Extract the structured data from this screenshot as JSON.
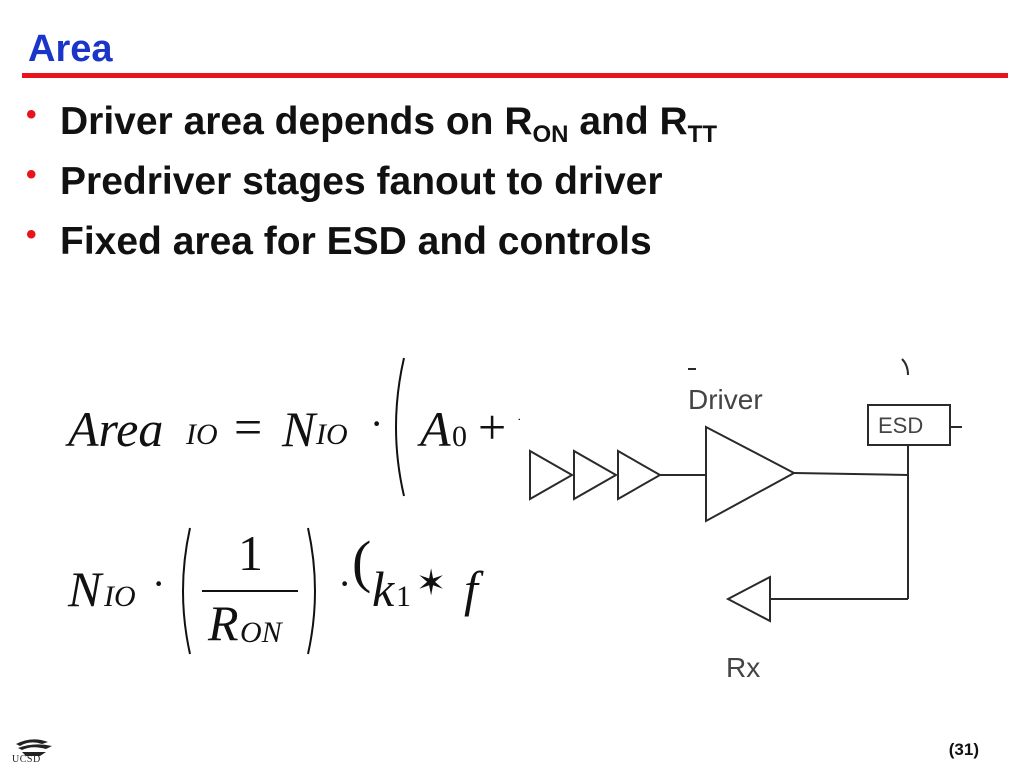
{
  "slide": {
    "title": "Area",
    "bullets": [
      {
        "main": "Driver area depends on R",
        "sub1": "ON",
        "mid": " and R",
        "sub2": "TT"
      },
      {
        "main": "Predriver stages fanout to driver"
      },
      {
        "main": "Fixed area for ESD and controls"
      }
    ],
    "equation": {
      "line1": {
        "area": "Area",
        "area_sub": "IO",
        "equals": "=",
        "n": "N",
        "n_sub": "IO",
        "dot": "·",
        "a0": "A",
        "a0_sub": "0",
        "plus": "+",
        "dash": "-"
      },
      "line2": {
        "n": "N",
        "n_sub": "IO",
        "dot1": "·",
        "numerator": "1",
        "den_r": "R",
        "den_sub": "ON",
        "dot2": "·",
        "paren": "(",
        "k": "k",
        "k_sub": "1",
        "star": "✶",
        "f": "f",
        "tail_dot": "·"
      }
    },
    "diagram": {
      "driver_label": "Driver",
      "esd_label": "ESD",
      "rx_label": "Rx",
      "stroke": "#2a2a2a",
      "text_color": "#444444"
    },
    "footer": {
      "logo_text": "UCSD",
      "page_number": "(31)"
    },
    "colors": {
      "title": "#1a35c8",
      "rule": "#e8141c",
      "bullet_dot": "#e8141c"
    }
  }
}
